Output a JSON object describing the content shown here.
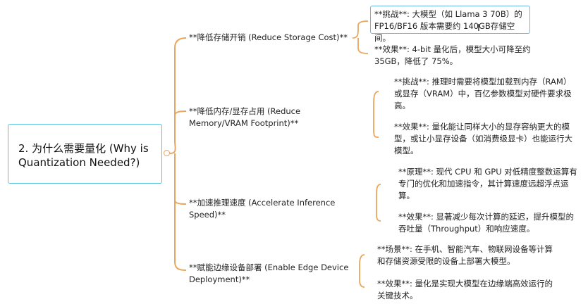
{
  "root": {
    "label": "2. 为什么需要量化 (Why is Quantization Needed?)"
  },
  "branches": [
    {
      "label": "**降低存储开销 (Reduce Storage Cost)**",
      "leaves": [
        "**挑战**: 大模型（如 Llama 3 70B）的 FP16/BF16 版本需要约 140GB存储空间。",
        "**效果**: 4-bit 量化后，模型大小可降至约 35GB，降低了 75%。"
      ]
    },
    {
      "label": "**降低内存/显存占用 (Reduce Memory/VRAM Footprint)**",
      "leaves": [
        "**挑战**: 推理时需要将模型加载到内存（RAM）或显存（VRAM）中，百亿参数模型对硬件要求极高。",
        "**效果**: 量化能让同样大小的显存容纳更大的模型，或让小显存设备（如消费级显卡）也能运行大模型。"
      ]
    },
    {
      "label": "**加速推理速度 (Accelerate Inference Speed)**",
      "leaves": [
        "**原理**: 现代 CPU 和 GPU 对低精度整数运算有专门的优化和加速指令，其计算速度远超浮点运算。",
        "**效果**: 显著减少每次计算的延迟，提升模型的吞吐量（Throughput）和响应速度。"
      ]
    },
    {
      "label": "**赋能边缘设备部署 (Enable Edge Device Deployment)**",
      "leaves": [
        "**场景**: 在手机、智能汽车、物联网设备等计算和存储资源受限的设备上部署大模型。",
        "**效果**: 量化是实现大模型在边缘端高效运行的关键技术。"
      ]
    }
  ],
  "colors": {
    "root_border": "#5bc0de",
    "connector": "#e8a65e",
    "selection": "#6ab7e6"
  }
}
